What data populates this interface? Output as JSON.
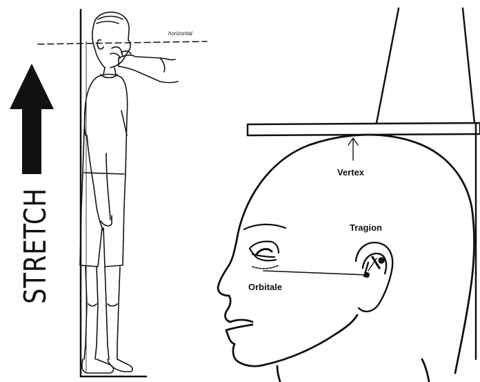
{
  "labels": {
    "stretch": "STRETCH",
    "horizontal_plane": "horizontal",
    "vertex": "Vertex",
    "tragion": "Tragion",
    "orbitale": "Orbitale"
  },
  "colors": {
    "ink": "#111111",
    "background": "#ffffff"
  },
  "icons": {
    "stretch_arrow": "arrow-up-icon"
  }
}
